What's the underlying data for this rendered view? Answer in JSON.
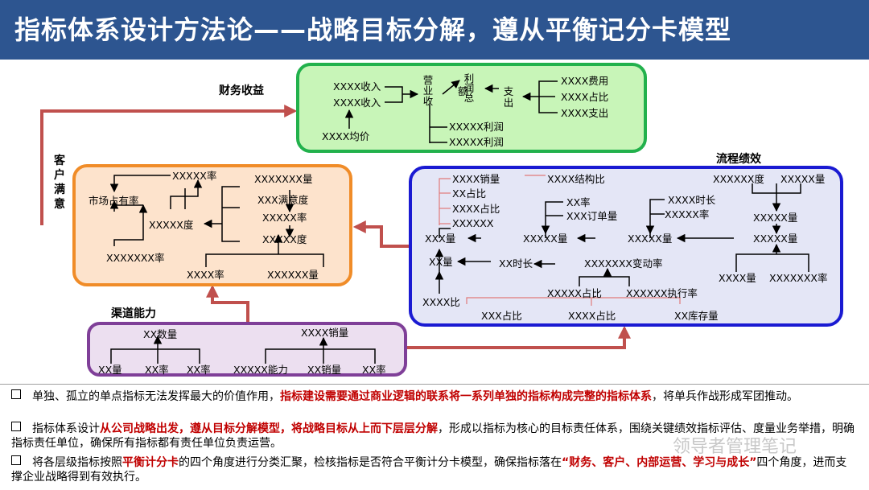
{
  "title": "指标体系设计方法论——战略目标分解，遵从平衡记分卡模型",
  "labels": {
    "finance": "财务收益",
    "customer": "客户满意",
    "process": "流程绩效",
    "channel": "渠道能力"
  },
  "finance": {
    "income1": "XXXX收入",
    "income2": "XXXX收入",
    "avg_price": "XXXX均价",
    "revenue": "营业收",
    "profit": "利润总额",
    "expense": "支出",
    "cost1": "XXXX费用",
    "cost2": "XXXX占比",
    "cost3": "XXXX支出",
    "profit1": "XXXXX利润",
    "profit2": "XXXXX利润"
  },
  "customer": {
    "share": "市场占有率",
    "rate_top": "XXXXX率",
    "degree": "XXXXX度",
    "rate_bottom": "XXXXXXX率",
    "amount_top": "XXXXXXX量",
    "satisfaction": "XXX满意度",
    "rate_mid": "XXXXX率",
    "degree2": "XXXXX度",
    "rate_low": "XXXX率",
    "amount_low": "XXXXXX量"
  },
  "process": {
    "sales": "XXXX销量",
    "struct": "XXXX结构比",
    "xx_share": "XX占比",
    "xxxx_share": "XXXX占比",
    "xxxxxx": "XXXXXX",
    "xxx_amount": "XXX量",
    "xx_rate": "XX率",
    "xxx_order": "XXX订单量",
    "xxxxx_amount_a": "XXXXX量",
    "xxxx_time": "XXXX时长",
    "xxxxx_rate": "XXXXX率",
    "xxxxx_amount_b": "XXXXX量",
    "degree": "XXXXXX度",
    "amount_r1": "XXXXX量",
    "amount_r2": "XXXXX量",
    "amount_r3": "XXXXX量",
    "xx_amount": "XX量",
    "xx_time": "XX时长",
    "change_rate": "XXXXXXX变动率",
    "xxxx_amount": "XXXX量",
    "rate_r": "XXXXXXX率",
    "xxxx_ratio": "XXXX比",
    "xxxxx_share": "XXXXX占比",
    "exec_rate": "XXXXXX执行率",
    "xxx_share": "XXX占比",
    "xxxx_share2": "XXXX占比",
    "stock": "XX库存量"
  },
  "channel": {
    "xx_count": "XX数量",
    "xxxx_sales": "XXXX销量",
    "xx_amount": "XX量",
    "xx_rate1": "XX率",
    "xx_rate2": "XX率",
    "capability": "XXXXX能力",
    "xx_sales": "XX销量",
    "xx_rate3": "XX率"
  },
  "notes": [
    {
      "pre": "单独、孤立的单点指标无法发挥最大的价值作用，",
      "hl": "指标建设需要通过商业逻辑的联系将一系列单独的指标构成完整的指标体系",
      "post": "，将单兵作战形成军团推动。"
    },
    {
      "pre": "指标体系设计",
      "hl": "从公司战略出发，遵从目标分解模型，将战略目标从上而下层层分解",
      "post": "，形成以指标为核心的目标责任体系，围绕关键绩效指标评估、度量业务举措，明确指标责任单位，确保所有指标都有责任单位负责运营。"
    },
    {
      "pre": "将各层级指标按照",
      "hl": "平衡计分卡",
      "post": "的四个角度进行分类汇聚，检核指标是否符合平衡计分卡模型，确保指标落在",
      "hl2": "“财务、客户、内部运营、学习与成长”",
      "post2": "四个角度，进而支撑企业战略得到有效执行。"
    }
  ],
  "watermark": "领导者管理笔记",
  "colors": {
    "title_bg": "#2d5590",
    "finance_border": "#22b14c",
    "finance_fill": "#c8f5b8",
    "customer_border": "#f08c28",
    "customer_fill": "#fde3cc",
    "process_border": "#1a1ad2",
    "process_fill": "#e4e6f6",
    "channel_border": "#7f3f98",
    "channel_fill": "#ecdff0",
    "link_arrow": "#c0504d",
    "highlight": "#c00000"
  }
}
